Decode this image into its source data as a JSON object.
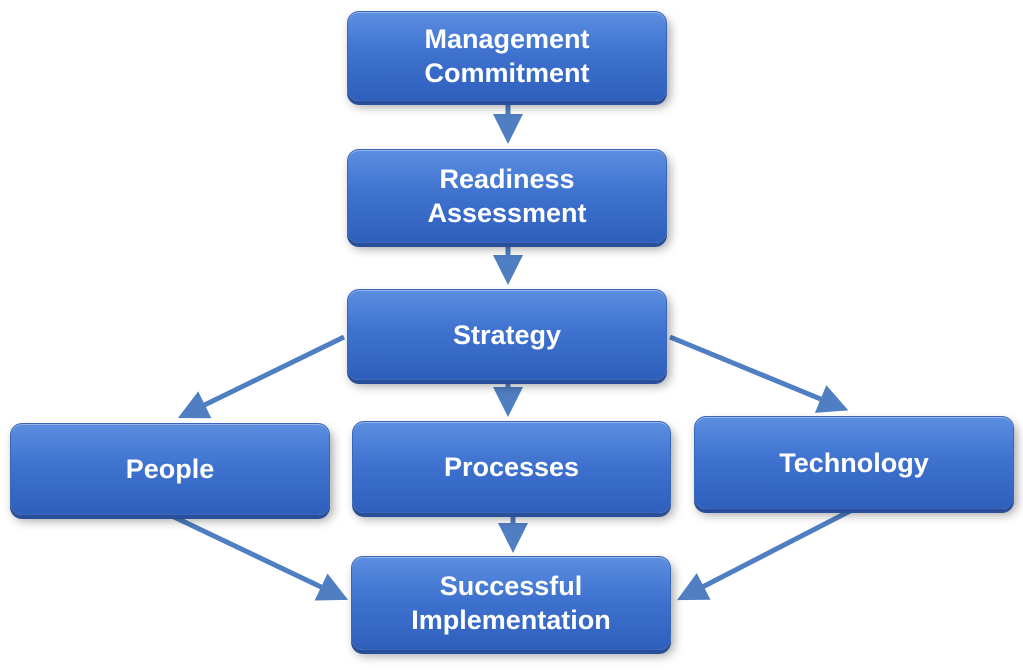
{
  "diagram": {
    "nodes": {
      "management_commitment": "Management\nCommitment",
      "readiness_assessment": "Readiness\nAssessment",
      "strategy": "Strategy",
      "people": "People",
      "processes": "Processes",
      "technology": "Technology",
      "successful_implementation": "Successful\nImplementation"
    },
    "edges": [
      {
        "from": "management_commitment",
        "to": "readiness_assessment"
      },
      {
        "from": "readiness_assessment",
        "to": "strategy"
      },
      {
        "from": "strategy",
        "to": "people"
      },
      {
        "from": "strategy",
        "to": "processes"
      },
      {
        "from": "strategy",
        "to": "technology"
      },
      {
        "from": "people",
        "to": "successful_implementation"
      },
      {
        "from": "processes",
        "to": "successful_implementation"
      },
      {
        "from": "technology",
        "to": "successful_implementation"
      }
    ],
    "colors": {
      "box_fill": "#4472c4",
      "arrow": "#4f7ec2",
      "text": "#ffffff"
    }
  }
}
